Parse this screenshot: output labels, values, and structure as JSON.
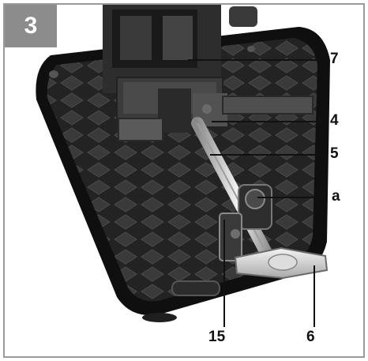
{
  "figure": {
    "number": "3",
    "callouts": [
      {
        "id": "7",
        "text": "7"
      },
      {
        "id": "4",
        "text": "4"
      },
      {
        "id": "5",
        "text": "5"
      },
      {
        "id": "a",
        "text": "a"
      },
      {
        "id": "15",
        "text": "15"
      },
      {
        "id": "6",
        "text": "6"
      }
    ]
  },
  "colors": {
    "badge": "#8c8c8c",
    "frame": "#9a9a9a",
    "base": "#1a1a1a"
  }
}
